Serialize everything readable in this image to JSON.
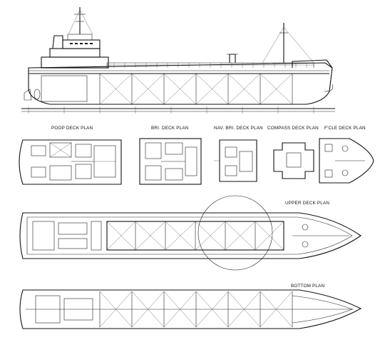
{
  "plans": {
    "poop_deck": "POOP DECK PLAN",
    "bri_deck": "BRI. DECK PLAN",
    "nav_bri_deck": "NAV. BRI. DECK PLAN",
    "compass_deck": "COMPASS DECK PLAN",
    "fcle_deck": "F'CLE DECK PLAN",
    "upper_deck": "UPPER DECK PLAN",
    "bottom": "BOTTOM PLAN"
  }
}
